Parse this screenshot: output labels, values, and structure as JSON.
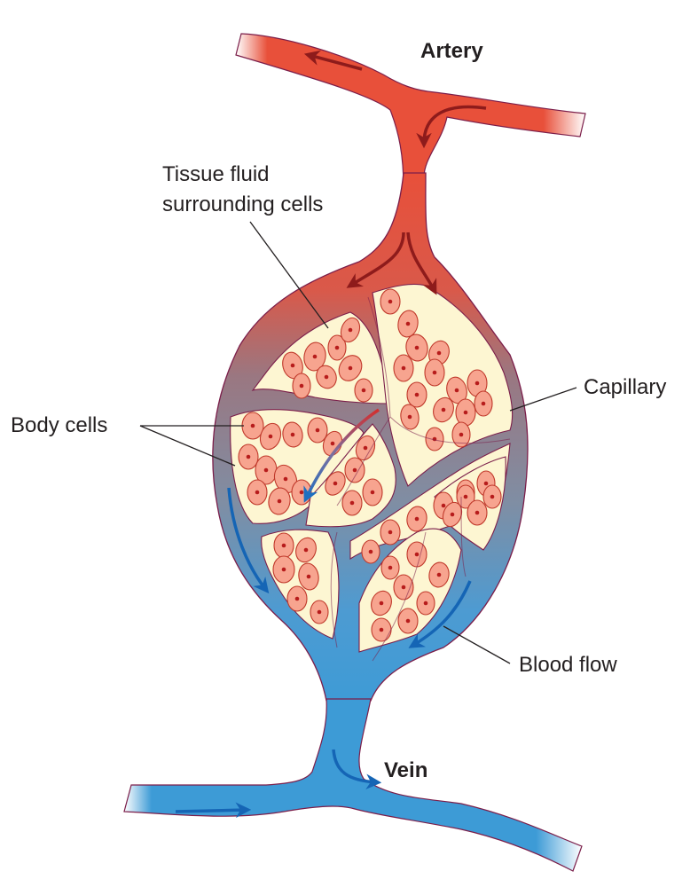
{
  "labels": {
    "artery": "Artery",
    "tissue_fluid_line1": "Tissue fluid",
    "tissue_fluid_line2": "surrounding cells",
    "capillary": "Capillary",
    "body_cells": "Body cells",
    "blood_flow": "Blood flow",
    "vein": "Vein"
  },
  "colors": {
    "artery_red": "#e8503a",
    "vein_blue": "#3d9bd6",
    "capillary_mid": "#8f7a88",
    "outline": "#7b1e4a",
    "tissue_fluid": "#fdf6d2",
    "cell_fill": "#f7a48f",
    "cell_edge": "#c0392b",
    "nucleus": "#b71c1c",
    "red_arrow": "#8e1b1b",
    "blue_arrow": "#1565b5",
    "text": "#231f20",
    "leader_line": "#231f20"
  }
}
